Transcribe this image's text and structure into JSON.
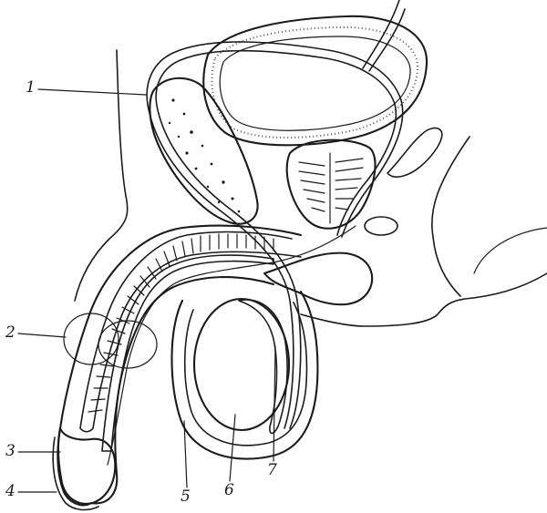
{
  "diagram": {
    "labels": [
      {
        "id": "1",
        "text": "1"
      },
      {
        "id": "2",
        "text": "2"
      },
      {
        "id": "3",
        "text": "3"
      },
      {
        "id": "4",
        "text": "4"
      },
      {
        "id": "5",
        "text": "5"
      },
      {
        "id": "6",
        "text": "6"
      },
      {
        "id": "7",
        "text": "7"
      }
    ],
    "colors": {
      "ink": "#1b1b1b",
      "background": "#ffffff",
      "stipple": "#555555",
      "shade": "#cfcfcf"
    }
  }
}
